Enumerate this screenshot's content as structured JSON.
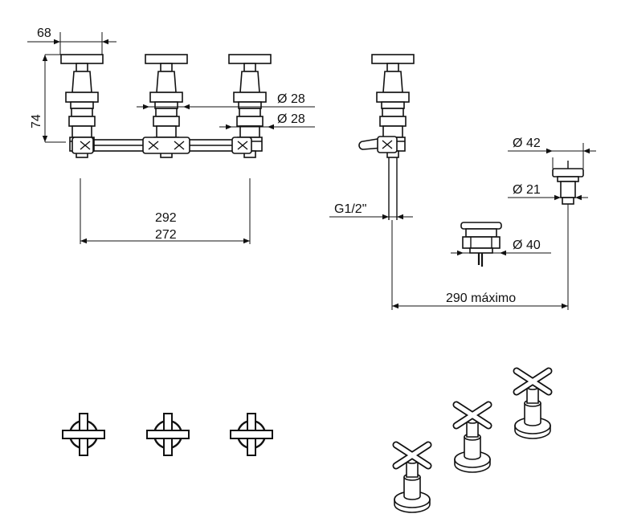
{
  "dimensions": {
    "width_68": "68",
    "height_74": "74",
    "dia_28_upper": "28",
    "dia_28_lower": "28",
    "span_292": "292",
    "span_272": "272",
    "thread": "G1/2\"",
    "dia_42": "42",
    "dia_21": "21",
    "dia_40": "40",
    "max_290": "290 máximo"
  },
  "symbols": {
    "diameter": "Ø"
  }
}
